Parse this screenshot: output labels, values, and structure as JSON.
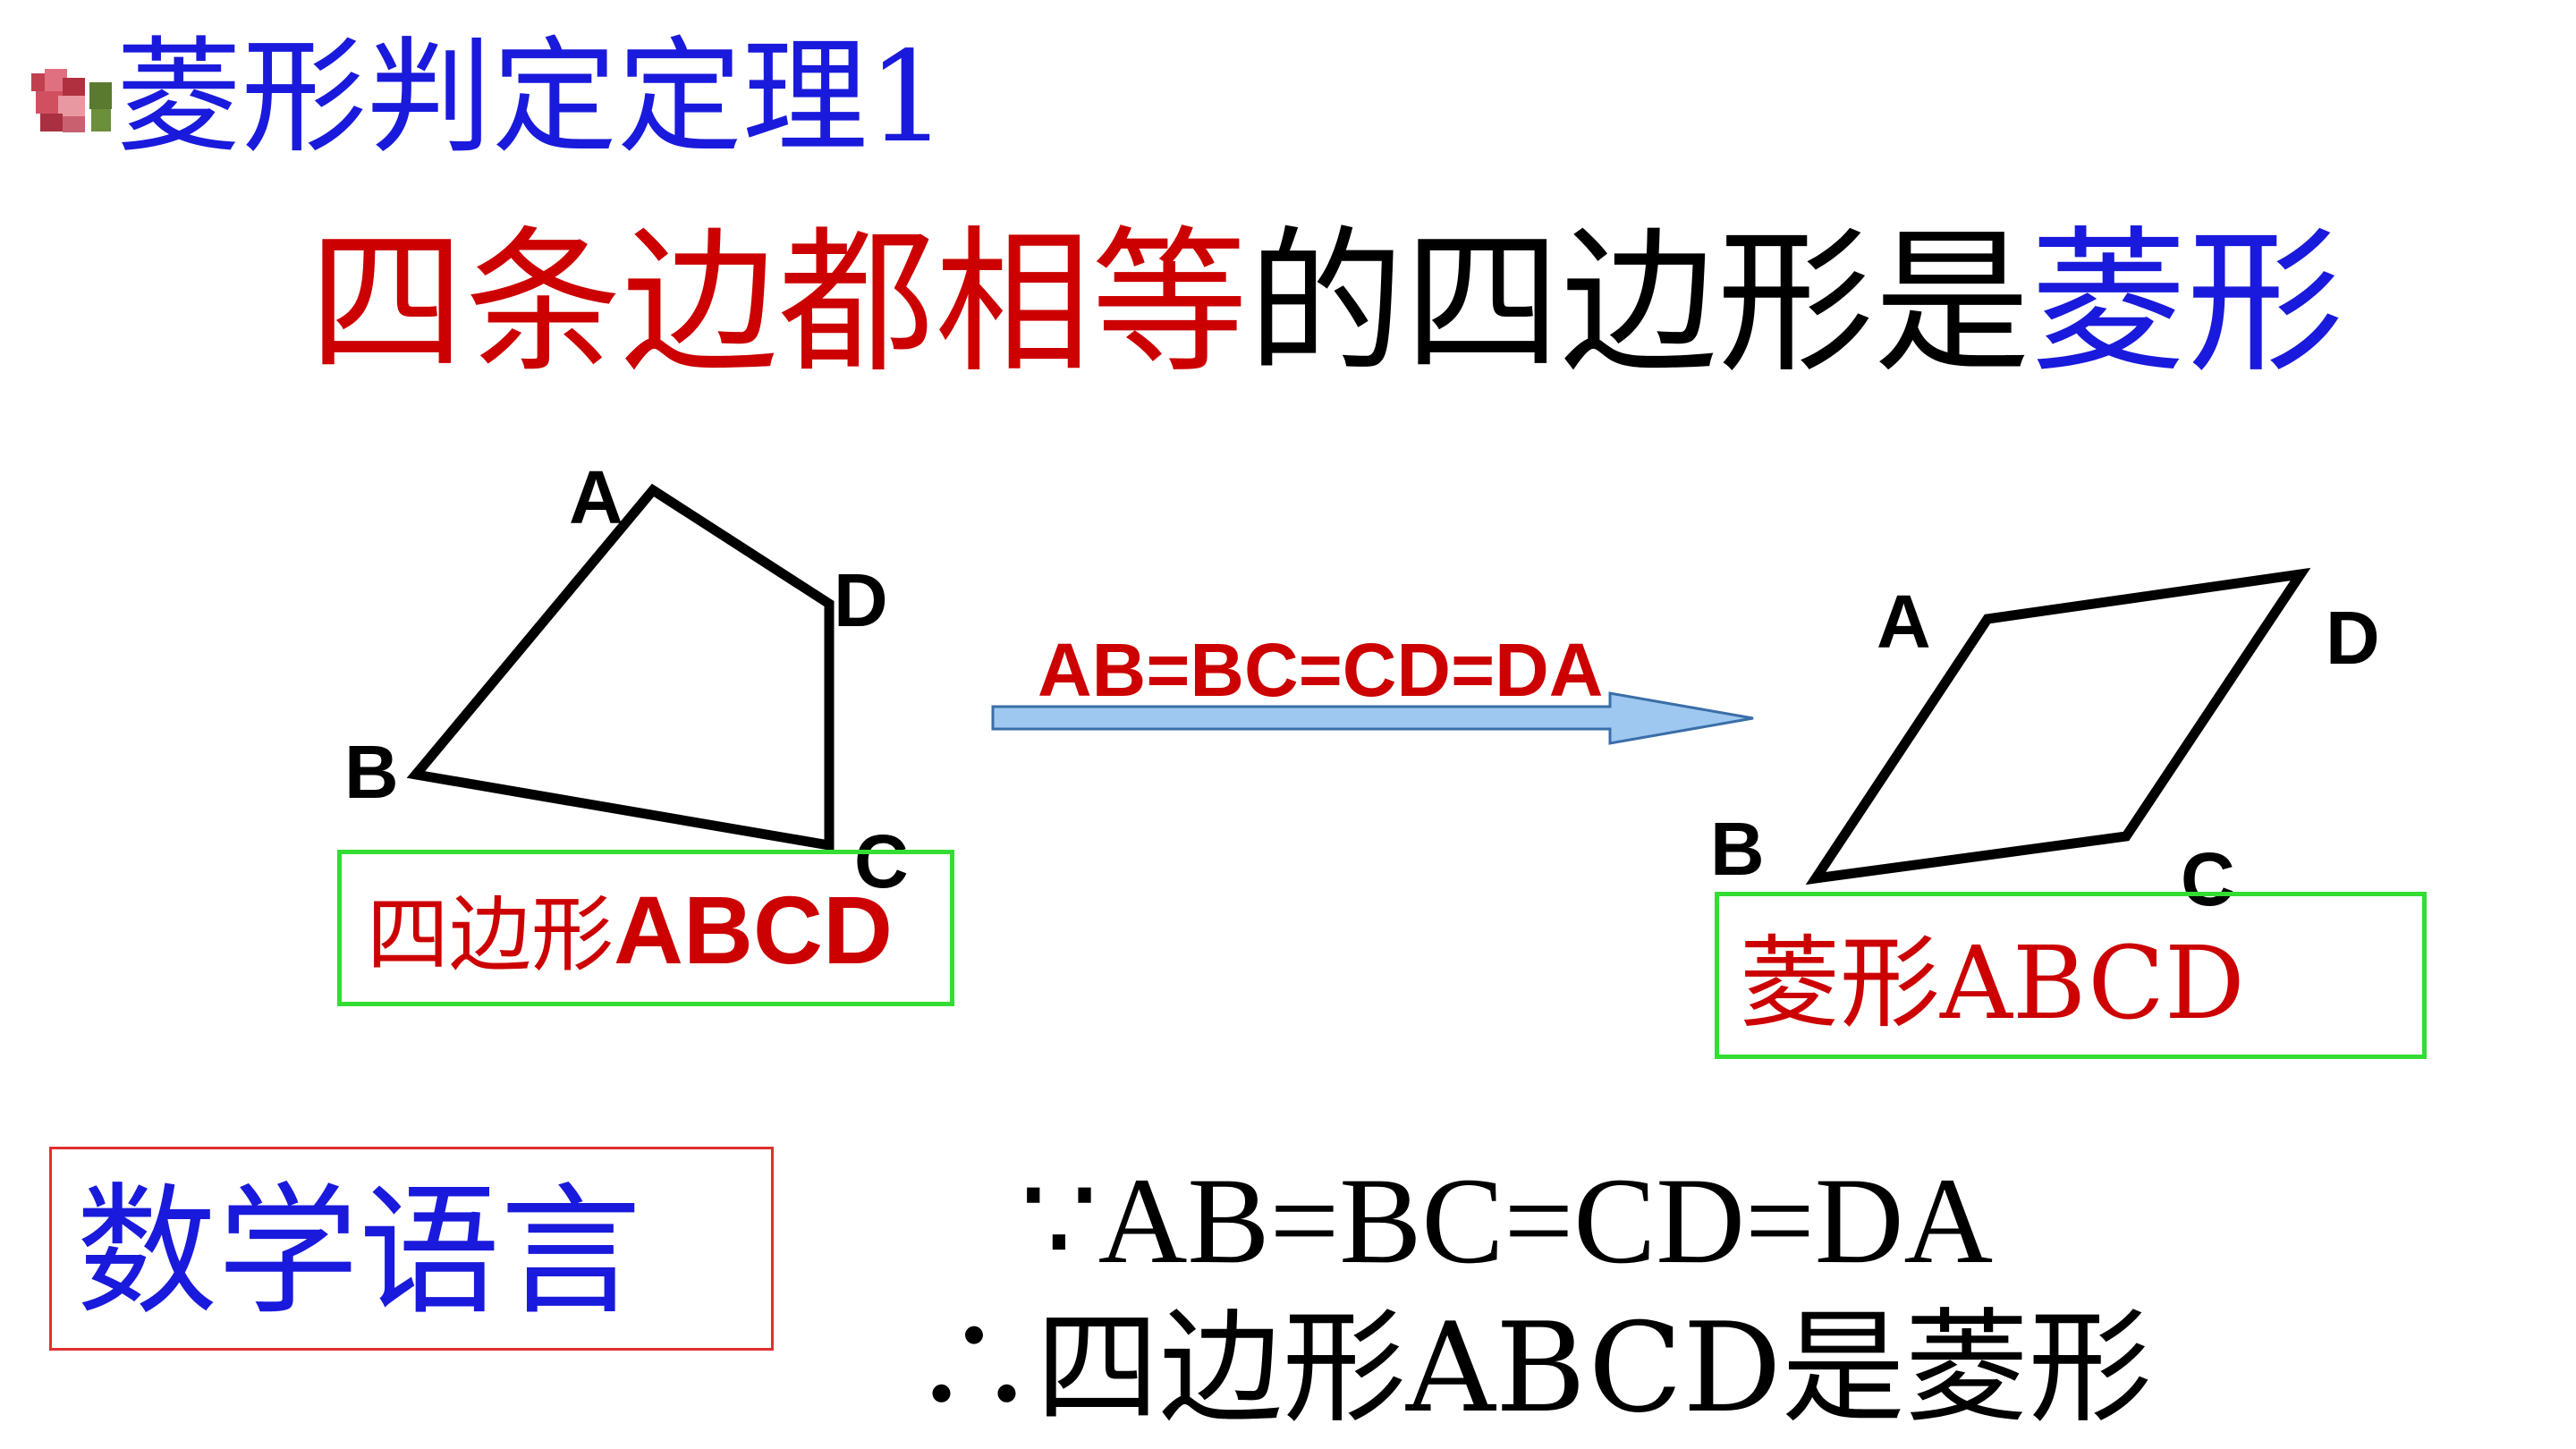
{
  "title": "菱形判定定理1",
  "theorem": {
    "part1": "四条边都相等",
    "part2": "的四边形是",
    "part3": "菱形"
  },
  "left_figure": {
    "vertices": [
      "A",
      "B",
      "C",
      "D"
    ],
    "caption_cn": "四边形",
    "caption_latin": "ABCD"
  },
  "condition_label": "AB=BC=CD=DA",
  "right_figure": {
    "vertices": [
      "A",
      "B",
      "C",
      "D"
    ],
    "caption": "菱形ABCD"
  },
  "math_language": {
    "label": "数学语言",
    "because_symbol": "∵",
    "because_text": "AB=BC=CD=DA",
    "therefore_symbol": "∴",
    "therefore_text": "四边形ABCD是菱形"
  },
  "colors": {
    "emphasis_red": "#cc0000",
    "accent_blue": "#1a1adc",
    "box_green": "#33dd33",
    "arrow_fill": "#9ec8f0"
  }
}
